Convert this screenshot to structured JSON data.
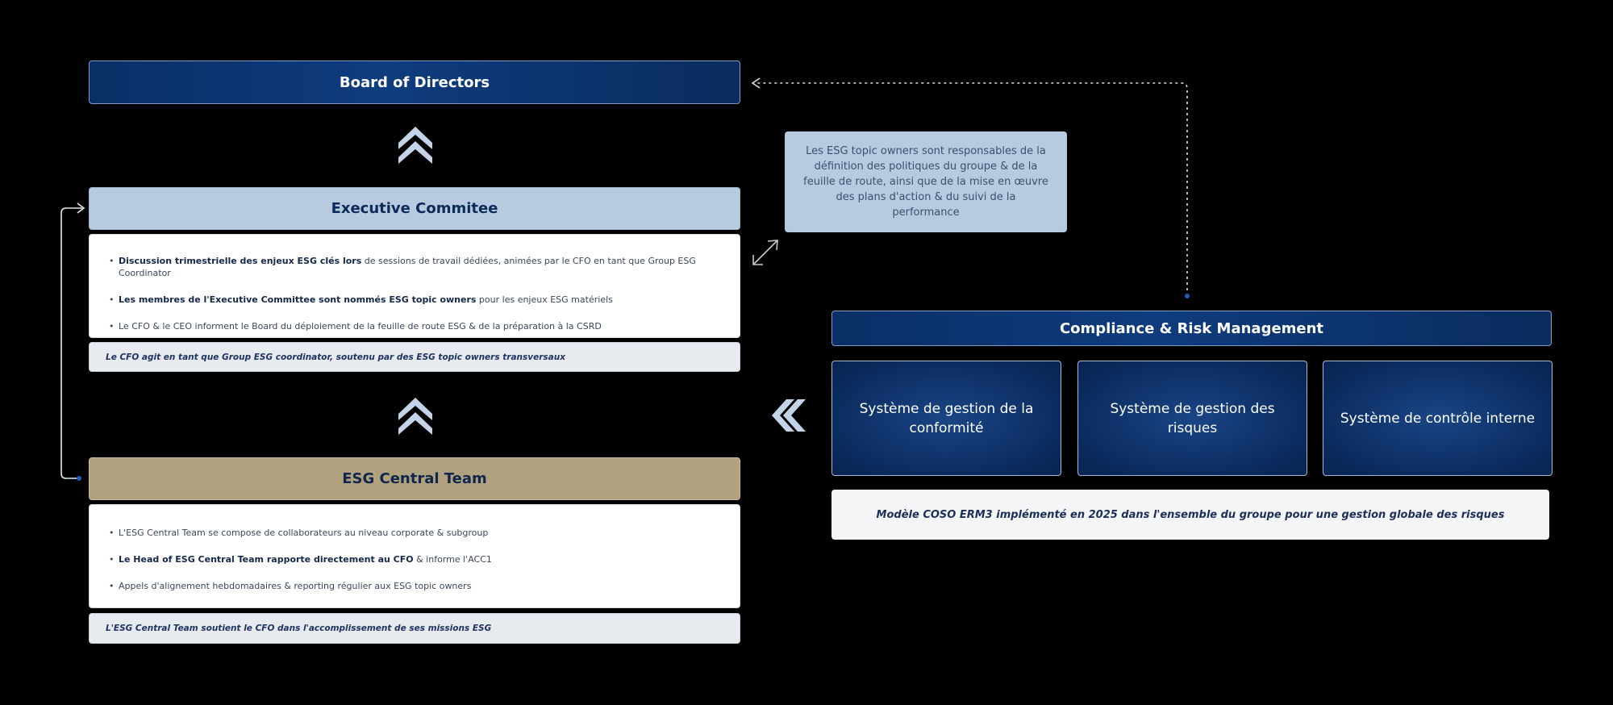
{
  "board": {
    "title": "Board of Directors"
  },
  "executive": {
    "title": "Executive Commitee",
    "bullets": [
      {
        "bold": "Discussion trimestrielle des enjeux ESG clés lors",
        "rest": " de sessions de travail dédiées, animées par le CFO en tant que Group ESG Coordinator"
      },
      {
        "bold": "Les membres de l'Executive Committee sont nommés ESG topic owners",
        "rest": " pour les enjeux ESG matériels"
      },
      {
        "bold": "",
        "rest": "Le CFO & le CEO informent le Board du déploiement de la feuille de route ESG & de la préparation à la CSRD"
      }
    ],
    "note": "Le CFO agit en tant que Group ESG coordinator, soutenu par des ESG topic owners transversaux"
  },
  "esg_team": {
    "title": "ESG Central Team",
    "bullets": [
      {
        "bold": "",
        "rest": "L'ESG Central Team se compose de collaborateurs au niveau corporate & subgroup"
      },
      {
        "bold": "Le Head of ESG Central Team rapporte directement au CFO",
        "rest": " & informe l'ACC1"
      },
      {
        "bold": "",
        "rest": "Appels d'alignement hebdomadaires & reporting régulier aux ESG topic owners"
      }
    ],
    "note": "L'ESG Central Team soutient le CFO dans l'accomplissement de ses missions ESG"
  },
  "info_box": {
    "text": "Les ESG topic owners sont responsables de la définition des politiques du groupe & de la feuille de route, ainsi que de la mise en œuvre des plans d'action & du suivi de la performance"
  },
  "compliance": {
    "title": "Compliance & Risk Management",
    "systems": [
      "Système de gestion de la conformité",
      "Système de gestion des risques",
      "Système de contrôle interne"
    ],
    "coso": "Modèle COSO ERM3 implémenté en 2025 dans l'ensemble du groupe pour une gestion globale des risques"
  },
  "colors": {
    "navy": "#0e3c7e",
    "light_blue": "#b7cae0",
    "gold": "#b0a27f",
    "chevron": "#c3d3e8"
  },
  "icons": {
    "up_chevrons": "double-chevron-up-icon",
    "left_chevrons": "double-chevron-left-icon",
    "double_arrow": "diagonal-double-arrow-icon"
  }
}
